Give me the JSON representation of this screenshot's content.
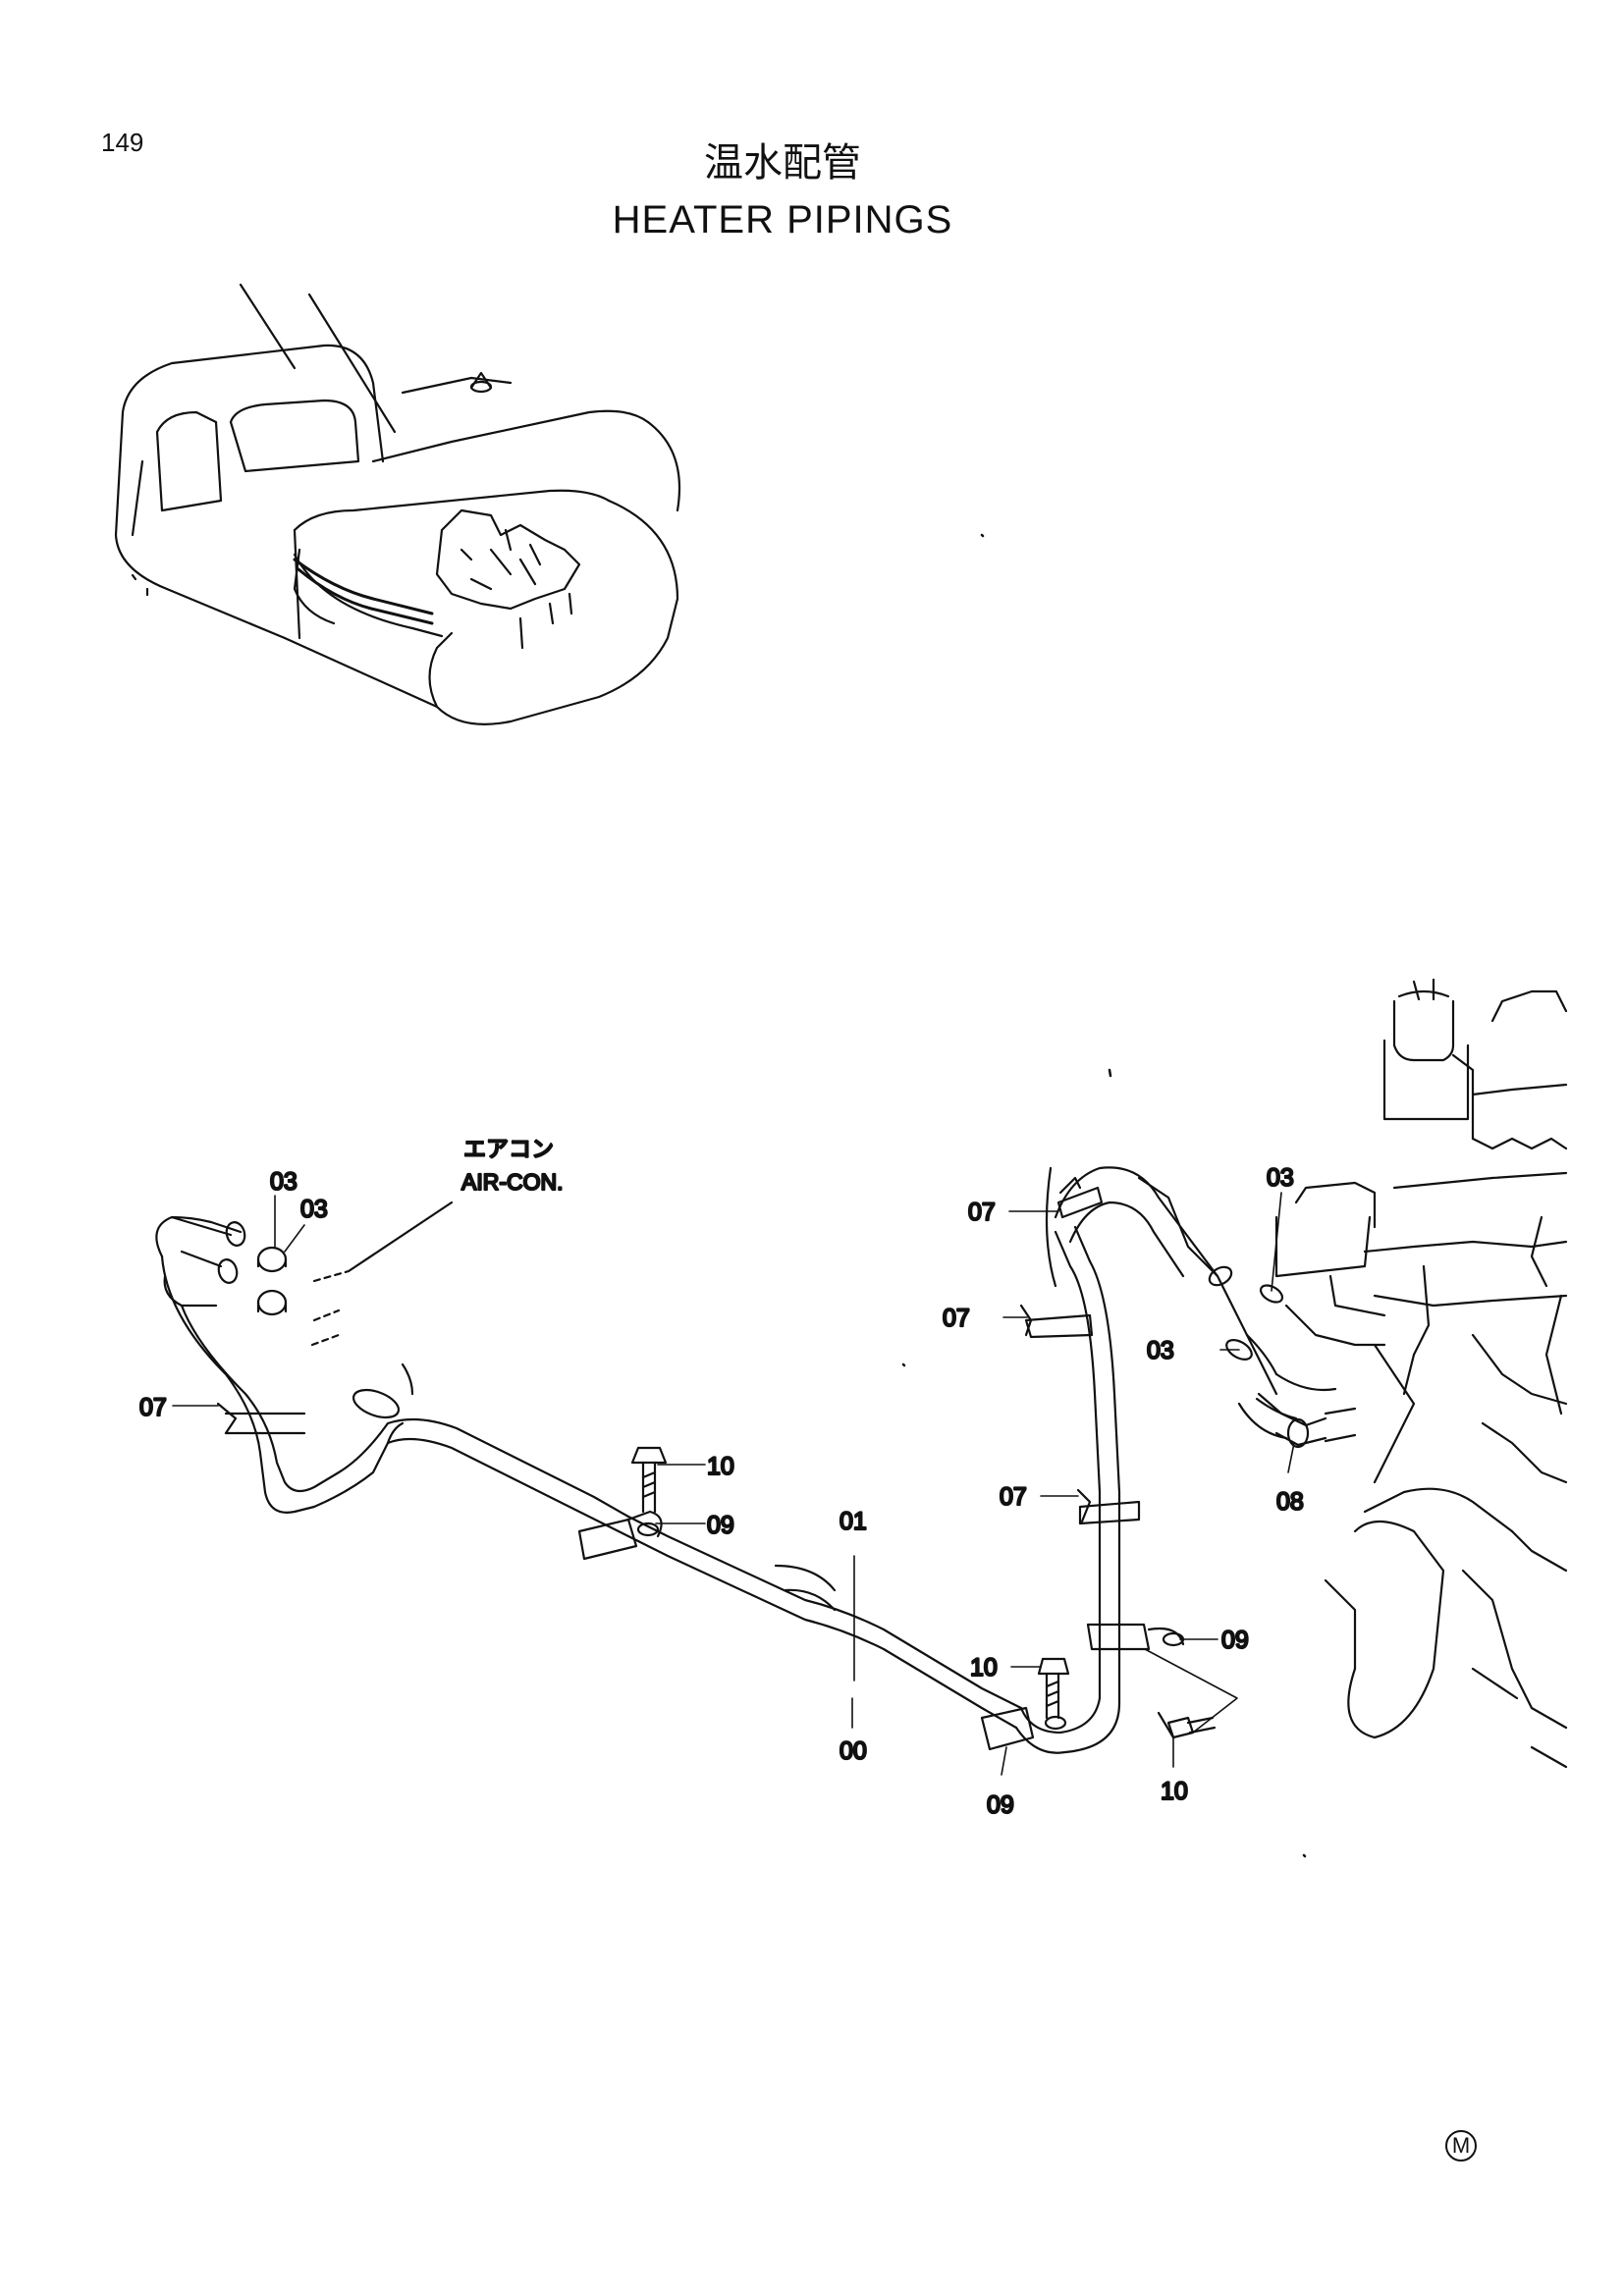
{
  "page": {
    "number": "149",
    "title_ja": "温水配管",
    "title_en": "HEATER  PIPINGS",
    "corner_mark": "M"
  },
  "diagram": {
    "aircon_note_ja": "エアコン",
    "aircon_note_en": "AIR-CON.",
    "callouts": [
      {
        "id": "c-03-a",
        "text": "03"
      },
      {
        "id": "c-03-b",
        "text": "03"
      },
      {
        "id": "c-07-left",
        "text": "07"
      },
      {
        "id": "c-10-mid",
        "text": "10"
      },
      {
        "id": "c-09-mid",
        "text": "09"
      },
      {
        "id": "c-01",
        "text": "01"
      },
      {
        "id": "c-00",
        "text": "00"
      },
      {
        "id": "c-07-top",
        "text": "07"
      },
      {
        "id": "c-07-upper",
        "text": "07"
      },
      {
        "id": "c-07-lower",
        "text": "07"
      },
      {
        "id": "c-03-engine-top",
        "text": "03"
      },
      {
        "id": "c-03-engine",
        "text": "03"
      },
      {
        "id": "c-08",
        "text": "08"
      },
      {
        "id": "c-09-right",
        "text": "09"
      },
      {
        "id": "c-10-lower",
        "text": "10"
      },
      {
        "id": "c-09-bottom",
        "text": "09"
      },
      {
        "id": "c-10-right",
        "text": "10"
      }
    ]
  }
}
